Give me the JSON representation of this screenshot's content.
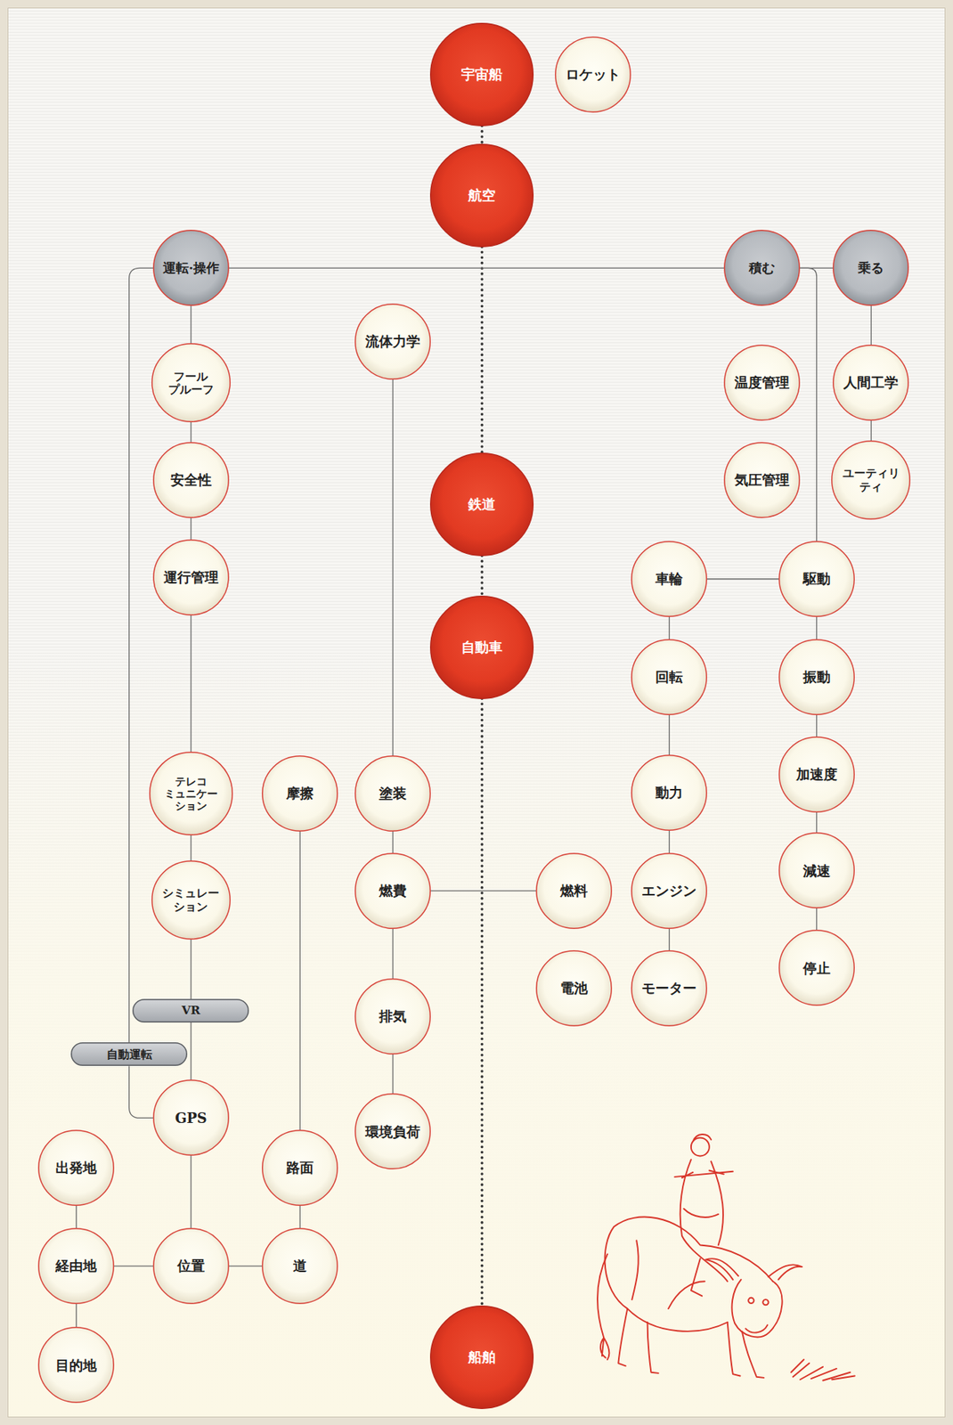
{
  "diagram": {
    "nodes": [
      {
        "text": [
          "宇宙船"
        ]
      },
      {
        "text": [
          "ロケット"
        ]
      },
      {
        "text": [
          "航空"
        ]
      },
      {
        "text": [
          "運転·操作"
        ]
      },
      {
        "text": [
          "積む"
        ]
      },
      {
        "text": [
          "乗る"
        ]
      },
      {
        "text": [
          "流体力学"
        ]
      },
      {
        "text": [
          "フール プルーフ"
        ]
      },
      {
        "text": [
          "温度管理"
        ]
      },
      {
        "text": [
          "人間工学"
        ]
      },
      {
        "text": [
          "安全性"
        ]
      },
      {
        "text": [
          "気圧管理"
        ]
      },
      {
        "text": [
          "ユーティリ ティ"
        ]
      },
      {
        "text": [
          "鉄道"
        ]
      },
      {
        "text": [
          "運行管理"
        ]
      },
      {
        "text": [
          "車輪"
        ]
      },
      {
        "text": [
          "駆動"
        ]
      },
      {
        "text": [
          "自動車"
        ]
      },
      {
        "text": [
          "回転"
        ]
      },
      {
        "text": [
          "振動"
        ]
      },
      {
        "text": [
          "加速度"
        ]
      },
      {
        "text": [
          "テレコ ミュニケー ション"
        ]
      },
      {
        "text": [
          "摩擦"
        ]
      },
      {
        "text": [
          "塗装"
        ]
      },
      {
        "text": [
          "動力"
        ]
      },
      {
        "text": [
          "減速"
        ]
      },
      {
        "text": [
          "シミュレー ション"
        ]
      },
      {
        "text": [
          "燃費"
        ]
      },
      {
        "text": [
          "燃料"
        ]
      },
      {
        "text": [
          "エンジン"
        ]
      },
      {
        "text": [
          "停止"
        ]
      },
      {
        "text": [
          "電池"
        ]
      },
      {
        "text": [
          "モーター"
        ]
      },
      {
        "text": [
          "VR"
        ]
      },
      {
        "text": [
          "排気"
        ]
      },
      {
        "text": [
          "自動運転"
        ]
      },
      {
        "text": [
          "GPS"
        ]
      },
      {
        "text": [
          "環境負荷"
        ]
      },
      {
        "text": [
          "出発地"
        ]
      },
      {
        "text": [
          "路面"
        ]
      },
      {
        "text": [
          "経由地"
        ]
      },
      {
        "text": [
          "位置"
        ]
      },
      {
        "text": [
          "道"
        ]
      },
      {
        "text": [
          "目的地"
        ]
      },
      {
        "text": [
          "船舶"
        ]
      }
    ],
    "edges": [
      {
        "from": 0,
        "to": 2,
        "arrow": "none"
      },
      {
        "from": 2,
        "to": 13,
        "arrow": "none"
      },
      {
        "from": 13,
        "to": 17,
        "arrow": "none"
      },
      {
        "from": 17,
        "to": 44,
        "arrow": "none"
      },
      {
        "from": 3,
        "to": 4,
        "arrow": "none"
      },
      {
        "from": 4,
        "to": 5,
        "arrow": "none"
      },
      {
        "from": 4,
        "to": 16,
        "arrow": "none"
      },
      {
        "from": 3,
        "to": 35,
        "arrow": "none"
      },
      {
        "from": 35,
        "to": 36,
        "arrow": "none"
      },
      {
        "from": 3,
        "to": 7,
        "arrow": "none"
      },
      {
        "from": 7,
        "to": 10,
        "arrow": "none"
      },
      {
        "from": 10,
        "to": 14,
        "arrow": "none"
      },
      {
        "from": 14,
        "to": 21,
        "arrow": "none"
      },
      {
        "from": 21,
        "to": 26,
        "arrow": "none"
      },
      {
        "from": 26,
        "to": 33,
        "arrow": "none"
      },
      {
        "from": 33,
        "to": 36,
        "arrow": "none"
      },
      {
        "from": 6,
        "to": 23,
        "arrow": "none"
      },
      {
        "from": 23,
        "to": 27,
        "arrow": "none"
      },
      {
        "from": 27,
        "to": 28,
        "arrow": "none"
      },
      {
        "from": 27,
        "to": 34,
        "arrow": "none"
      },
      {
        "from": 34,
        "to": 37,
        "arrow": "none"
      },
      {
        "from": 22,
        "to": 39,
        "arrow": "none"
      },
      {
        "from": 39,
        "to": 42,
        "arrow": "none"
      },
      {
        "from": 42,
        "to": 41,
        "arrow": "none"
      },
      {
        "from": 41,
        "to": 40,
        "arrow": "none"
      },
      {
        "from": 40,
        "to": 38,
        "arrow": "none"
      },
      {
        "from": 40,
        "to": 43,
        "arrow": "none"
      },
      {
        "from": 36,
        "to": 41,
        "arrow": "none"
      },
      {
        "from": 5,
        "to": 9,
        "arrow": "none"
      },
      {
        "from": 9,
        "to": 12,
        "arrow": "none"
      },
      {
        "from": 15,
        "to": 16,
        "arrow": "none"
      },
      {
        "from": 15,
        "to": 18,
        "arrow": "none"
      },
      {
        "from": 18,
        "to": 24,
        "arrow": "none"
      },
      {
        "from": 24,
        "to": 29,
        "arrow": "none"
      },
      {
        "from": 29,
        "to": 32,
        "arrow": "none"
      },
      {
        "from": 16,
        "to": 19,
        "arrow": "none"
      },
      {
        "from": 19,
        "to": 20,
        "arrow": "none"
      },
      {
        "from": 20,
        "to": 25,
        "arrow": "none"
      },
      {
        "from": 25,
        "to": 30,
        "arrow": "none"
      }
    ]
  }
}
